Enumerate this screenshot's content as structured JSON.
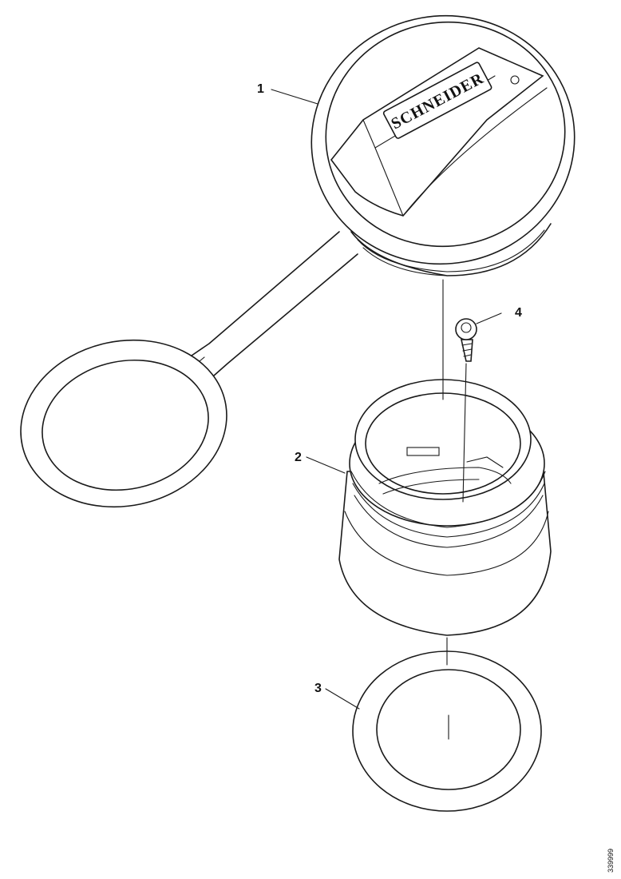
{
  "brand": "SCHNEIDER",
  "callouts": [
    {
      "id": "1",
      "label": "1"
    },
    {
      "id": "2",
      "label": "2"
    },
    {
      "id": "3",
      "label": "3"
    },
    {
      "id": "4",
      "label": "4"
    }
  ],
  "figure_id": "339999"
}
